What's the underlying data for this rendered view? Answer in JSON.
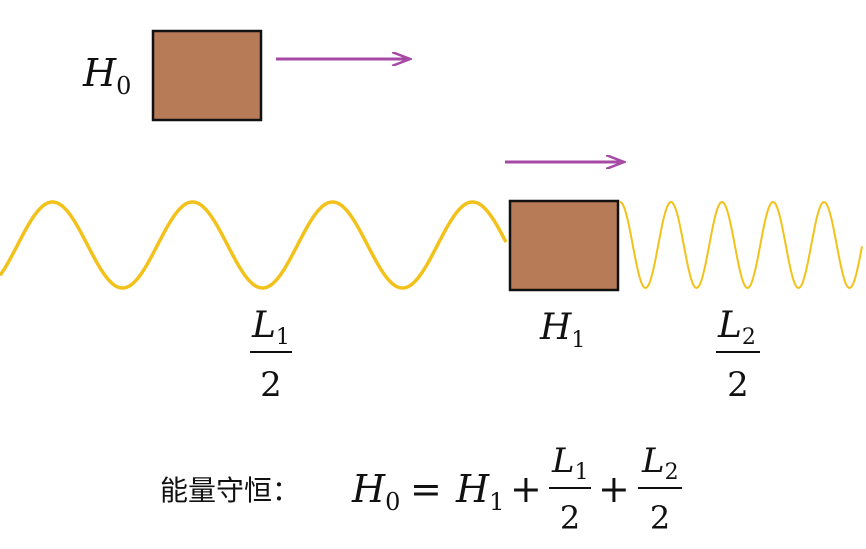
{
  "colors": {
    "block_fill": "#b87b58",
    "block_stroke": "#111111",
    "arrow": "#a64aa6",
    "wave": "#f2c21b"
  },
  "labels": {
    "h0": {
      "base": "H",
      "sub": "0"
    },
    "h1": {
      "base": "H",
      "sub": "1"
    },
    "l1": {
      "base": "L",
      "sub": "1",
      "den": "2"
    },
    "l2": {
      "base": "L",
      "sub": "2",
      "den": "2"
    }
  },
  "equation": {
    "prefix": "能量守恒：",
    "lhs_base": "H",
    "lhs_sub": "0",
    "equals": "=",
    "t1_base": "H",
    "t1_sub": "1",
    "plus1": "+",
    "f1_base": "L",
    "f1_sub": "1",
    "f1_den": "2",
    "plus2": "+",
    "f2_base": "L",
    "f2_sub": "2",
    "f2_den": "2"
  }
}
